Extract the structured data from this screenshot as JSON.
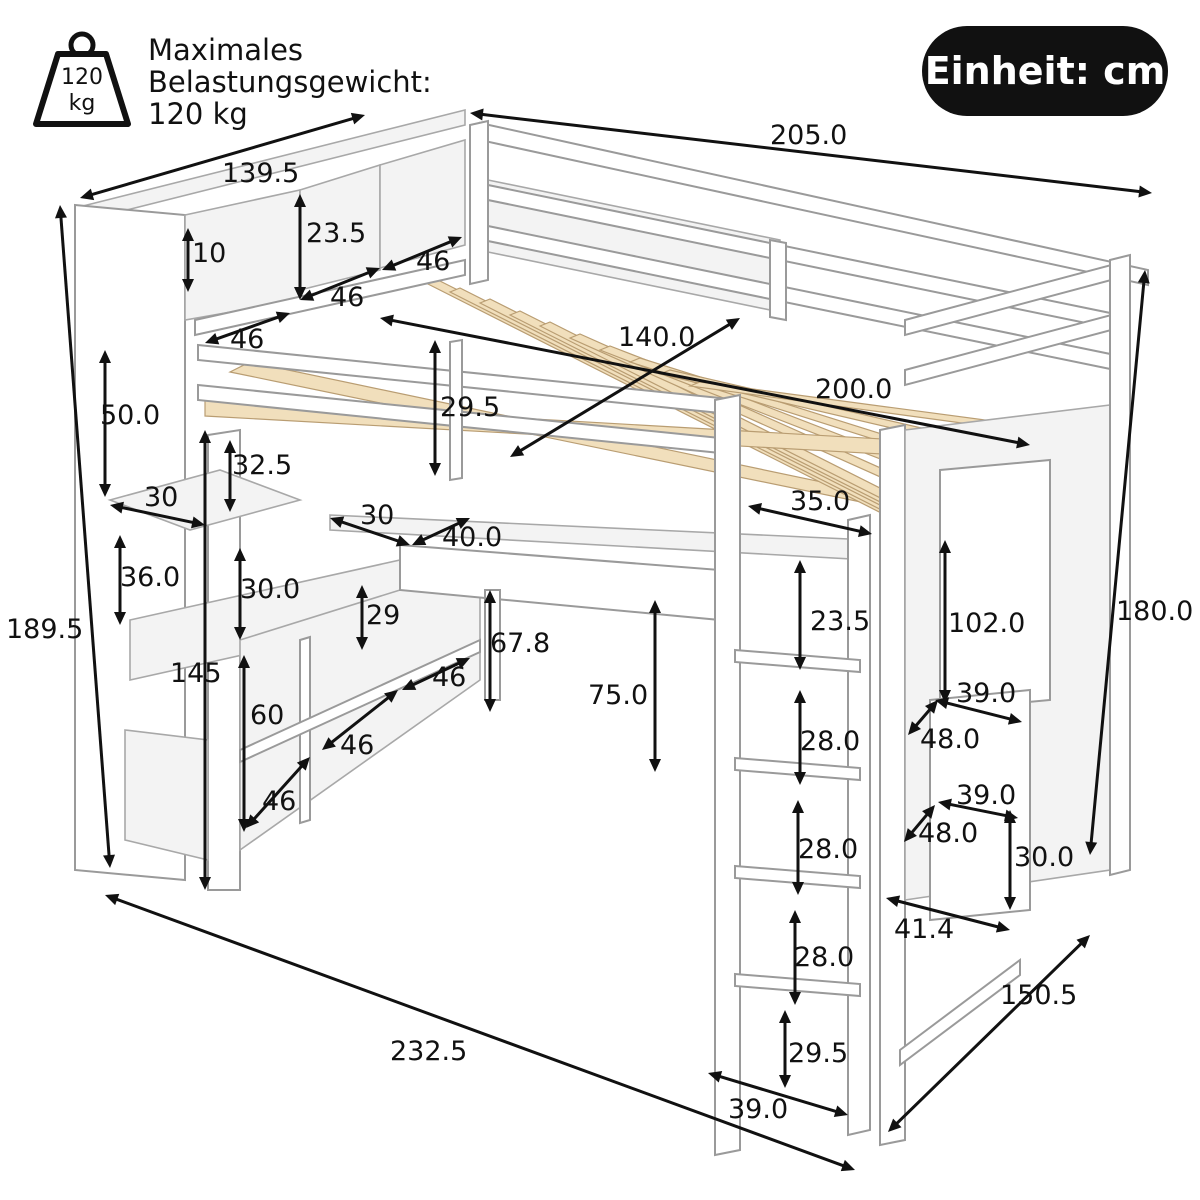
{
  "header": {
    "weight_icon_text": [
      "120",
      "kg"
    ],
    "weight_label": [
      "Maximales",
      "Belastungsgewicht:",
      "120 kg"
    ],
    "unit_label": "Einheit: cm"
  },
  "dimensions": {
    "overall_length": "232.5",
    "overall_width": "150.5",
    "overall_height": "189.5",
    "frame_length": "205.0",
    "right_height": "180.0",
    "mattress_width": "140.0",
    "mattress_length": "200.0",
    "guardrail_height": "29.5",
    "shelf_unit_width": "139.5",
    "top_cube_height": "23.5",
    "top_inner_height": "10",
    "top_cube_width_a": "46",
    "top_cube_width_b": "46",
    "top_cube_width_c": "46",
    "left_upper_height": "50.0",
    "left_shelf_depth": "30",
    "left_upper_gap": "32.5",
    "left_mid_height": "36.0",
    "desk_shelf_height": "30.0",
    "desk_top_depth": "30",
    "desk_top_width": "40.0",
    "post_height": "145",
    "cube_height_small": "29",
    "cube_height_large": "60",
    "lower_cube_width_a": "46",
    "lower_cube_width_b": "46",
    "lower_cube_width_c": "46",
    "desk_leg_height": "67.8",
    "under_bed_height": "75.0",
    "ladder_top_step": "23.5",
    "ladder_step_1": "28.0",
    "ladder_step_2": "28.0",
    "ladder_step_3": "28.0",
    "ladder_bottom_step": "29.5",
    "ladder_width": "39.0",
    "ladder_offset": "35.0",
    "right_cabinet_height": "102.0",
    "right_shelf_width_top": "39.0",
    "right_shelf_depth_top": "48.0",
    "right_shelf_width_bottom": "39.0",
    "right_shelf_depth_bottom": "48.0",
    "right_bottom_height": "30.0",
    "right_base_depth": "41.4"
  }
}
